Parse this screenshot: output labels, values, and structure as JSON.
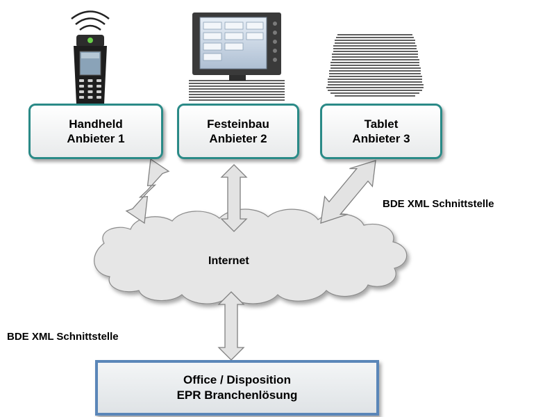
{
  "devices": [
    {
      "line1": "Handheld",
      "line2": "Anbieter 1",
      "icon": "handheld-scanner-icon"
    },
    {
      "line1": "Festeinbau",
      "line2": "Anbieter 2",
      "icon": "monitor-terminal-icon"
    },
    {
      "line1": "Tablet",
      "line2": "Anbieter 3",
      "icon": "tablet-icon"
    }
  ],
  "internet": {
    "label": "Internet"
  },
  "interface_label_right": "BDE XML Schnittstelle",
  "interface_label_left": "BDE XML Schnittstelle",
  "office": {
    "line1": "Office / Disposition",
    "line2": "EPR Branchenlösung"
  },
  "colors": {
    "device_border": "#2a8a87",
    "office_border": "#5a86b8",
    "cloud_fill": "#e6e6e6",
    "arrow_fill": "#e3e3e3"
  }
}
